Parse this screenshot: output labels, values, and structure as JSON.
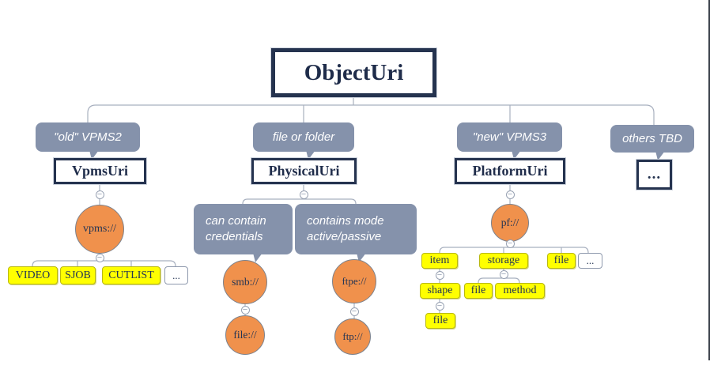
{
  "title": "ObjectUri",
  "notes": {
    "vpms": "\"old\" VPMS2",
    "physical": "file or folder",
    "platform": "\"new\" VPMS3",
    "others": "others TBD",
    "smb": "can contain\ncredentials",
    "ftpe": "contains mode\nactive/passive"
  },
  "nodes": {
    "vpms_uri": "VpmsUri",
    "physical_uri": "PhysicalUri",
    "platform_uri": "PlatformUri",
    "others_more": "...",
    "vpms_scheme": "vpms://",
    "smb_scheme": "smb://",
    "file_scheme": "file://",
    "ftpe_scheme": "ftpe://",
    "ftp_scheme": "ftp://",
    "pf_scheme": "pf://"
  },
  "vpms_types": [
    "VIDEO",
    "SJOB",
    "CUTLIST"
  ],
  "vpms_more": "...",
  "platform_children": [
    "item",
    "storage",
    "file"
  ],
  "platform_more": "...",
  "item_children": [
    "shape"
  ],
  "shape_children": [
    "file"
  ],
  "storage_children": [
    "file",
    "method"
  ],
  "icons": {
    "collapse": "−"
  },
  "colors": {
    "navy": "#25334f",
    "note_gray": "#8592ab",
    "scheme_orange": "#f0914c",
    "leaf_yellow": "#ffff00",
    "connector": "#a8b0bf"
  }
}
